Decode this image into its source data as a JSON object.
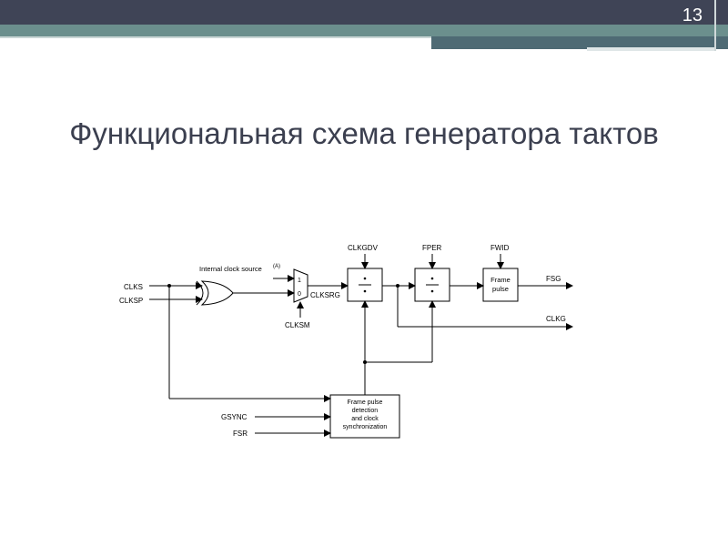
{
  "slide": {
    "page_number": "13",
    "title": "Функциональная схема генератора тактов"
  },
  "diagram": {
    "inputs": {
      "clks": "CLKS",
      "clksp": "CLKSP",
      "internal_clock_source": "Internal clock source",
      "internal_clock_note": "(A)",
      "clksm": "CLKSM",
      "gsync": "GSYNC",
      "fsr": "FSR"
    },
    "mux": {
      "in1": "1",
      "in0": "0",
      "output": "CLKSRG"
    },
    "control_labels": {
      "clkgdv": "CLKGDV",
      "fper": "FPER",
      "fwid": "FWID"
    },
    "frame_pulse": {
      "line1": "Frame",
      "line2": "pulse"
    },
    "outputs": {
      "fsg": "FSG",
      "clkg": "CLKG"
    },
    "sync_block": {
      "line1": "Frame pulse",
      "line2": "detection",
      "line3": "and clock",
      "line4": "synchronization"
    }
  }
}
